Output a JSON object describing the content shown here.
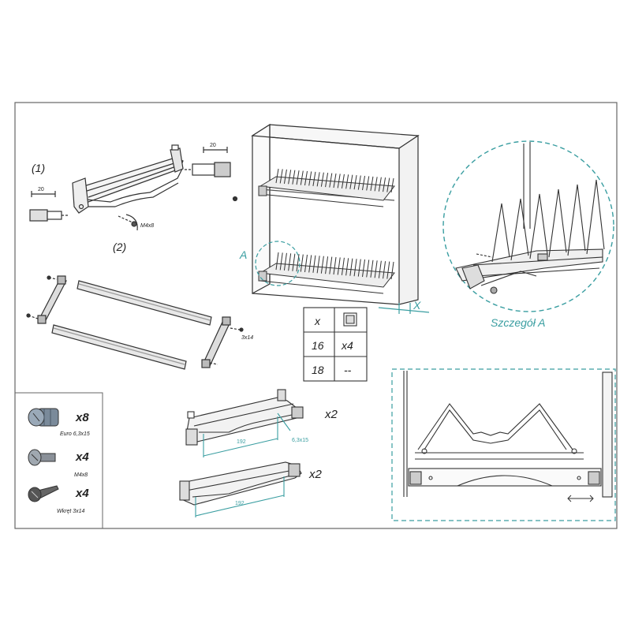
{
  "callouts": {
    "step_1": "(1)",
    "step_2": "(2)",
    "dim_a": "20",
    "dim_b": "20",
    "bolt": "M4x8",
    "screw": "3x14",
    "detail_marker": "A",
    "depth_marker": "X",
    "detail_title": "Szczegół A",
    "hole_spacing_1": "192",
    "hole_spacing_2": "192",
    "hole_screw": "6,3x15",
    "qty_left_brackets": "x2",
    "qty_right_brackets": "x2"
  },
  "table": {
    "header_x": "x",
    "rows": [
      {
        "x": "16",
        "qty": "x4"
      },
      {
        "x": "18",
        "qty": "--"
      }
    ]
  },
  "hardware": [
    {
      "qty": "x8",
      "name": "Euro 6,3x15"
    },
    {
      "qty": "x4",
      "name": "M4x8"
    },
    {
      "qty": "x4",
      "name": "Wkręt 3x14"
    }
  ],
  "colors": {
    "line": "#333333",
    "accent": "#3a9ea1",
    "frame": "#666666"
  }
}
